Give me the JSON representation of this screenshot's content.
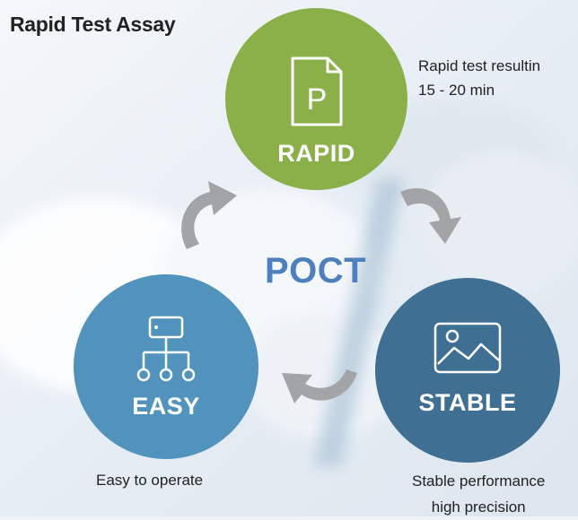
{
  "title": "Rapid Test Assay",
  "center_label": "POCT",
  "nodes": {
    "rapid": {
      "label": "RAPID",
      "icon": "p-document-icon",
      "color": "#8bb04a",
      "note_lines": [
        "Rapid test resultin",
        "15 - 20 min"
      ]
    },
    "easy": {
      "label": "EASY",
      "icon": "hierarchy-icon",
      "color": "#5193bd",
      "note_lines": [
        "Easy to operate"
      ]
    },
    "stable": {
      "label": "STABLE",
      "icon": "image-icon",
      "color": "#3f6f93",
      "note_lines": [
        "Stable performance",
        "high precision"
      ]
    }
  },
  "colors": {
    "arrow": "#a2a4a6",
    "poct": "#4e80bd"
  }
}
